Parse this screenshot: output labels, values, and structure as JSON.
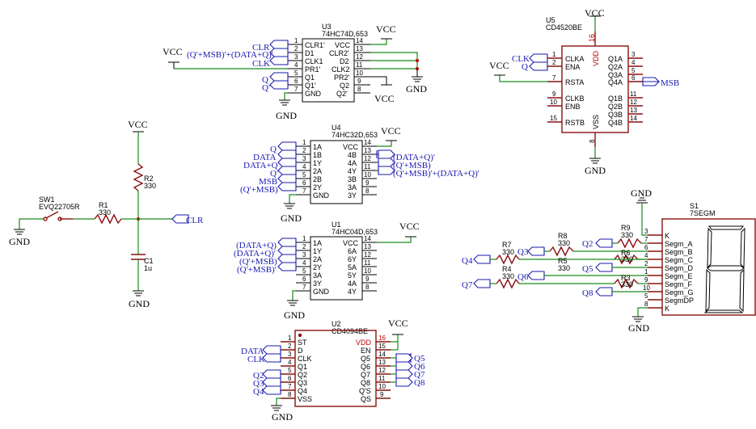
{
  "chips": {
    "u3": {
      "ref": "U3",
      "part": "74HC74D,653",
      "left": [
        [
          "1",
          "CLR1'"
        ],
        [
          "2",
          "D1"
        ],
        [
          "3",
          "CLK1"
        ],
        [
          "4",
          "PR1'"
        ],
        [
          "5",
          "Q1"
        ],
        [
          "6",
          "Q1'"
        ],
        [
          "7",
          "GND"
        ]
      ],
      "right": [
        [
          "14",
          "VCC"
        ],
        [
          "13",
          "CLR2'"
        ],
        [
          "12",
          "D2"
        ],
        [
          "11",
          "CLK2"
        ],
        [
          "10",
          "PR2'"
        ],
        [
          "9",
          "Q2"
        ],
        [
          "8",
          "Q2'"
        ]
      ]
    },
    "u4": {
      "ref": "U4",
      "part": "74HC32D,653",
      "left": [
        [
          "1",
          "1A"
        ],
        [
          "2",
          "1B"
        ],
        [
          "3",
          "1Y"
        ],
        [
          "4",
          "2A"
        ],
        [
          "5",
          "2B"
        ],
        [
          "6",
          "2Y"
        ],
        [
          "7",
          "GND"
        ]
      ],
      "right": [
        [
          "14",
          "VCC"
        ],
        [
          "13",
          "4B"
        ],
        [
          "12",
          "4A"
        ],
        [
          "11",
          "4Y"
        ],
        [
          "10",
          "3B"
        ],
        [
          "9",
          "3A"
        ],
        [
          "8",
          "3Y"
        ]
      ]
    },
    "u1": {
      "ref": "U1",
      "part": "74HC04D,653",
      "left": [
        [
          "1",
          "1A"
        ],
        [
          "2",
          "1Y"
        ],
        [
          "3",
          "2A"
        ],
        [
          "4",
          "2Y"
        ],
        [
          "5",
          "3A"
        ],
        [
          "6",
          "3Y"
        ],
        [
          "7",
          "GND"
        ]
      ],
      "right": [
        [
          "14",
          "VCC"
        ],
        [
          "13",
          "6A"
        ],
        [
          "12",
          "6Y"
        ],
        [
          "11",
          "5A"
        ],
        [
          "10",
          "5Y"
        ],
        [
          "9",
          "4A"
        ],
        [
          "8",
          "4Y"
        ]
      ]
    },
    "u2": {
      "ref": "U2",
      "part": "CD4094BE",
      "left": [
        [
          "1",
          "ST"
        ],
        [
          "2",
          "D"
        ],
        [
          "3",
          "CLK"
        ],
        [
          "4",
          "Q1"
        ],
        [
          "5",
          "Q2"
        ],
        [
          "6",
          "Q3"
        ],
        [
          "7",
          "Q4"
        ],
        [
          "8",
          "VSS"
        ]
      ],
      "right": [
        [
          "16",
          "VDD"
        ],
        [
          "15",
          "EN"
        ],
        [
          "14",
          "Q5"
        ],
        [
          "13",
          "Q6"
        ],
        [
          "12",
          "Q7"
        ],
        [
          "11",
          "Q8"
        ],
        [
          "10",
          "Q'S"
        ],
        [
          "9",
          "QS"
        ]
      ]
    },
    "u5": {
      "ref": "U5",
      "part": "CD4520BE",
      "left": [
        [
          "1",
          "CLKA"
        ],
        [
          "2",
          "ENA"
        ],
        [
          "7",
          "RSTA"
        ],
        [
          "9",
          "CLKB"
        ],
        [
          "10",
          "ENB"
        ],
        [
          "15",
          "RSTB"
        ]
      ],
      "right": [
        [
          "3",
          "Q1A"
        ],
        [
          "4",
          "Q2A"
        ],
        [
          "5",
          "Q3A"
        ],
        [
          "6",
          "Q4A"
        ],
        [
          "11",
          "Q1B"
        ],
        [
          "12",
          "Q2B"
        ],
        [
          "13",
          "Q3B"
        ],
        [
          "14",
          "Q4B"
        ]
      ],
      "vdd": [
        "16",
        "VDD"
      ],
      "vss": [
        "8",
        "VSS"
      ]
    },
    "s1": {
      "ref": "S1",
      "part": "7SEGM",
      "pins": [
        [
          "3",
          "K"
        ],
        [
          "7",
          "Segm_A"
        ],
        [
          "6",
          "Segm_B"
        ],
        [
          "4",
          "Segm_C"
        ],
        [
          "2",
          "Segm_D"
        ],
        [
          "1",
          "Segm_E"
        ],
        [
          "9",
          "Segm_F"
        ],
        [
          "10",
          "Segm_G"
        ],
        [
          "5",
          "SegmDP"
        ],
        [
          "8",
          "K"
        ]
      ]
    }
  },
  "passives": {
    "r1": {
      "ref": "R1",
      "value": "330"
    },
    "r2": {
      "ref": "R2",
      "value": "330"
    },
    "r3": {
      "ref": "R3",
      "value": "330"
    },
    "r4": {
      "ref": "R4",
      "value": "330"
    },
    "r5": {
      "ref": "R5",
      "value": "330"
    },
    "r6": {
      "ref": "R6",
      "value": "330"
    },
    "r7": {
      "ref": "R7",
      "value": "330"
    },
    "r8": {
      "ref": "R8",
      "value": "330"
    },
    "r9": {
      "ref": "R9",
      "value": "330"
    },
    "c1": {
      "ref": "C1",
      "value": "1u"
    },
    "sw1": {
      "ref": "SW1",
      "value": "EVQ22705R"
    }
  },
  "power": {
    "vcc": "VCC",
    "gnd": "GND"
  },
  "nets": {
    "u3_in": [
      "CLR",
      "(Q'+MSB)'+(DATA+Q)'",
      "CLK",
      "Q",
      "Q'"
    ],
    "u4_in": [
      "Q",
      "DATA",
      "DATA+Q",
      "Q'",
      "MSB",
      "(Q'+MSB)"
    ],
    "u4_out": [
      "(DATA+Q)'",
      "(Q'+MSB)",
      "(Q'+MSB)'+(DATA+Q)'"
    ],
    "u1_in": [
      "(DATA+Q)",
      "(DATA+Q)'",
      "(Q'+MSB)",
      "(Q'+MSB)'"
    ],
    "u2_in": [
      "DATA",
      "CLK",
      "Q2",
      "Q3",
      "Q4"
    ],
    "u2_out": [
      "Q5",
      "Q6",
      "Q7",
      "Q8"
    ],
    "u5_in": [
      "CLK",
      "Q"
    ],
    "u5_out": "MSB",
    "rc_out": "CLR",
    "seg_in": [
      "Q2",
      "Q3",
      "Q4",
      "Q5",
      "Q6",
      "Q7",
      "Q8"
    ]
  }
}
